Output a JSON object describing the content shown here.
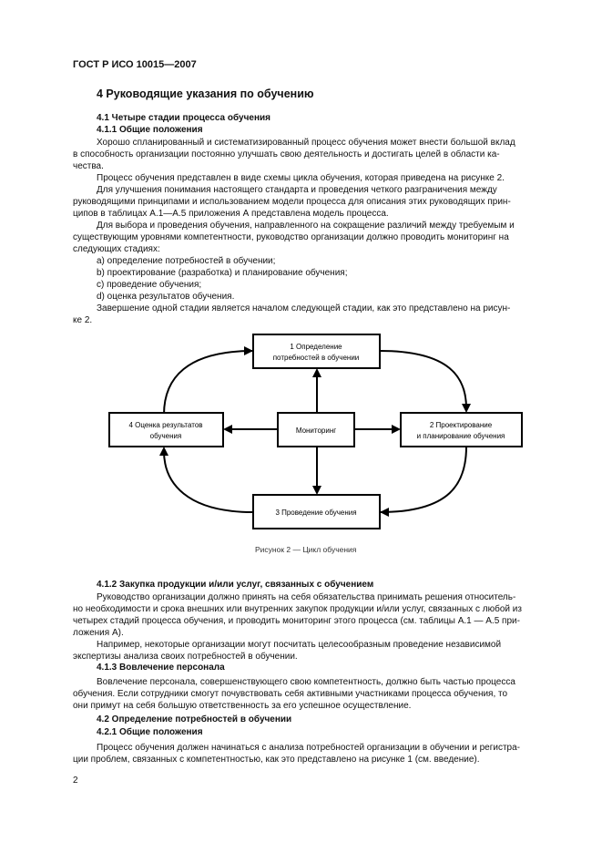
{
  "header": {
    "standard": "ГОСТ Р ИСО 10015—2007"
  },
  "section4": {
    "title": "4 Руководящие указания по обучению"
  },
  "s41": {
    "title": "4.1 Четыре стадии процесса обучения"
  },
  "s411": {
    "title": "4.1.1 Общие положения",
    "p1": [
      "Хорошо спланированный и систематизированный процесс обучения может внести большой вклад",
      "в способность организации постоянно улучшать свою деятельность и достигать целей в области ка-",
      "чества."
    ],
    "p2": "Процесс обучения представлен в виде схемы цикла обучения, которая приведена на рисунке 2.",
    "p3": [
      "Для улучшения понимания настоящего стандарта и проведения четкого разграничения между",
      "руководящими принципами и использованием модели процесса для описания этих руководящих прин-",
      "ципов в таблицах А.1—А.5 приложения А представлена модель процесса."
    ],
    "p4": [
      "Для выбора и проведения обучения, направленного на сокращение различий между требуемым и",
      "существующим уровнями компетентности, руководство организации должно проводить мониторинг на",
      "следующих стадиях:"
    ],
    "list": [
      "a)  определение потребностей в обучении;",
      "b)  проектирование (разработка) и планирование обучения;",
      "c)  проведение обучения;",
      "d)  оценка результатов обучения."
    ],
    "p5": [
      "Завершение одной стадии является началом следующей стадии, как это представлено на рисун-",
      "ке 2."
    ]
  },
  "figure": {
    "box1": [
      "1 Определение",
      "потребностей в обучении"
    ],
    "box2": [
      "2 Проектирование",
      "и планирование обучения"
    ],
    "box3": "3 Проведение обучения",
    "box4": [
      "4 Оценка результатов",
      "обучения"
    ],
    "center": "Мониторинг",
    "caption": "Рисунок 2 — Цикл обучения"
  },
  "s412": {
    "title": "4.1.2 Закупка продукции и/или услуг, связанных с обучением",
    "p1": [
      "Руководство организации должно принять на себя обязательства принимать решения относитель-",
      "но необходимости и срока внешних или внутренних закупок продукции и/или услуг, связанных с любой из",
      "четырех стадий процесса обучения, и проводить мониторинг этого процесса (см. таблицы А.1 — А.5 при-",
      "ложения А)."
    ],
    "p2": [
      "Например, некоторые организации могут посчитать целесообразным проведение независимой",
      "экспертизы анализа своих потребностей в обучении."
    ]
  },
  "s413": {
    "title": "4.1.3 Вовлечение персонала",
    "p1": [
      "Вовлечение персонала, совершенствующего свою компетентность, должно быть частью процесса",
      "обучения. Если сотрудники смогут почувствовать себя активными участниками процесса обучения, то",
      "они примут на себя большую ответственность за его успешное осуществление."
    ]
  },
  "s42": {
    "title": "4.2 Определение потребностей в обучении"
  },
  "s421": {
    "title": "4.2.1 Общие положения",
    "p1": [
      "Процесс обучения должен начинаться с анализа потребностей организации в обучении и регистра-",
      "ции проблем, связанных с компетентностью, как это представлено на рисунке 1 (см. введение)."
    ]
  },
  "footer": {
    "page_number": "2"
  }
}
